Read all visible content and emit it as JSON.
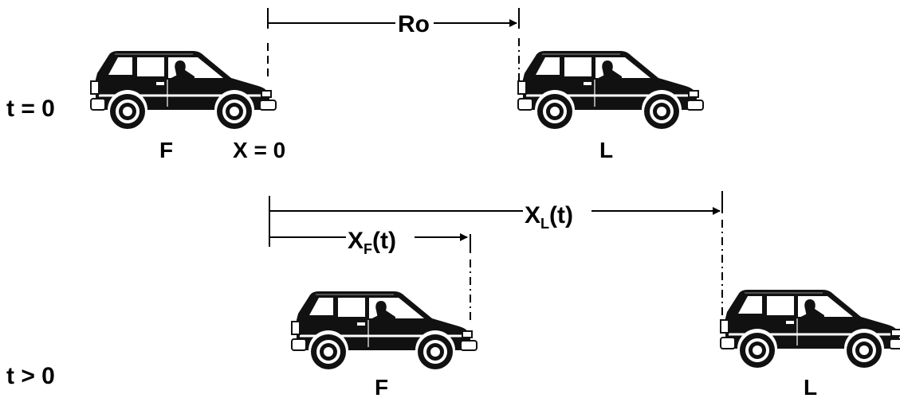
{
  "labels": {
    "t0": "t = 0",
    "tpos": "t > 0",
    "x0": "X = 0",
    "ro": "Ro",
    "xl_main": "X",
    "xl_sub": "L",
    "xl_arg": "(t)",
    "xf_main": "X",
    "xf_sub": "F",
    "xf_arg": "(t)"
  },
  "cars": [
    {
      "id": "follower-t0",
      "label": "F"
    },
    {
      "id": "leader-t0",
      "label": "L"
    },
    {
      "id": "follower-t",
      "label": "F"
    },
    {
      "id": "leader-t",
      "label": "L"
    }
  ],
  "colors": {
    "car_body": "#111111",
    "ink": "#000000",
    "background": "#ffffff"
  }
}
